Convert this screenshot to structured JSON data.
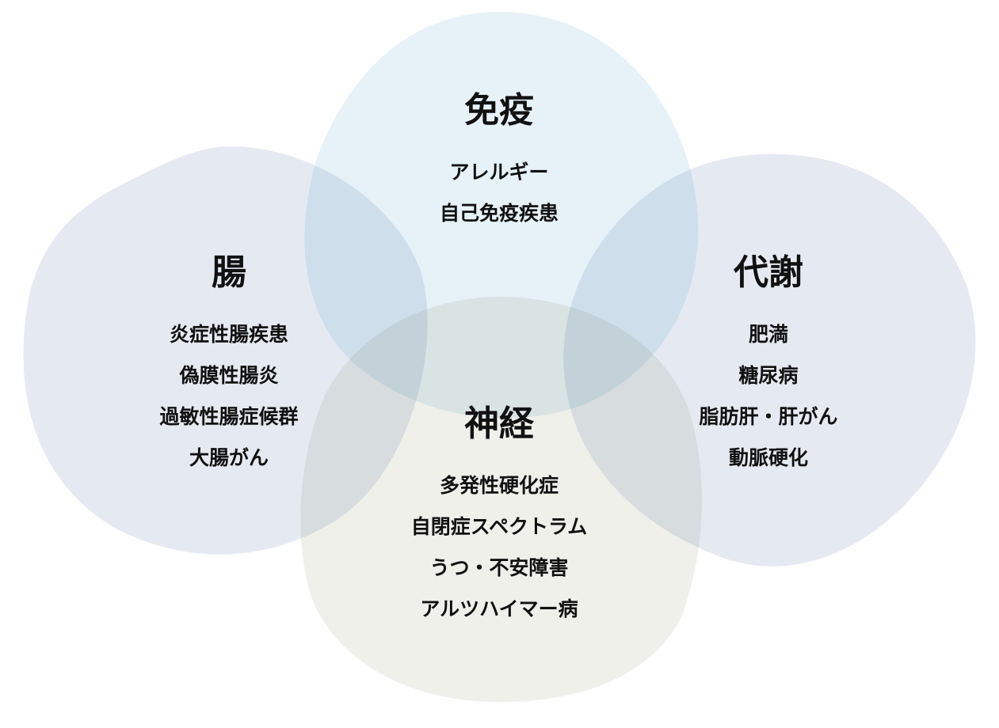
{
  "colors": {
    "immune": "#e7f2f8",
    "gut": "#e5eaf2",
    "metabolism": "#e5eaf2",
    "nerve": "#f0f0eb"
  },
  "groups": {
    "immune": {
      "title": "免疫",
      "items": [
        "アレルギー",
        "自己免疫疾患"
      ]
    },
    "gut": {
      "title": "腸",
      "items": [
        "炎症性腸疾患",
        "偽膜性腸炎",
        "過敏性腸症候群",
        "大腸がん"
      ]
    },
    "metabolism": {
      "title": "代謝",
      "items": [
        "肥満",
        "糖尿病",
        "脂肪肝・肝がん",
        "動脈硬化"
      ]
    },
    "nerve": {
      "title": "神経",
      "items": [
        "多発性硬化症",
        "自閉症スペクトラム",
        "うつ・不安障害",
        "アルツハイマー病"
      ]
    }
  }
}
